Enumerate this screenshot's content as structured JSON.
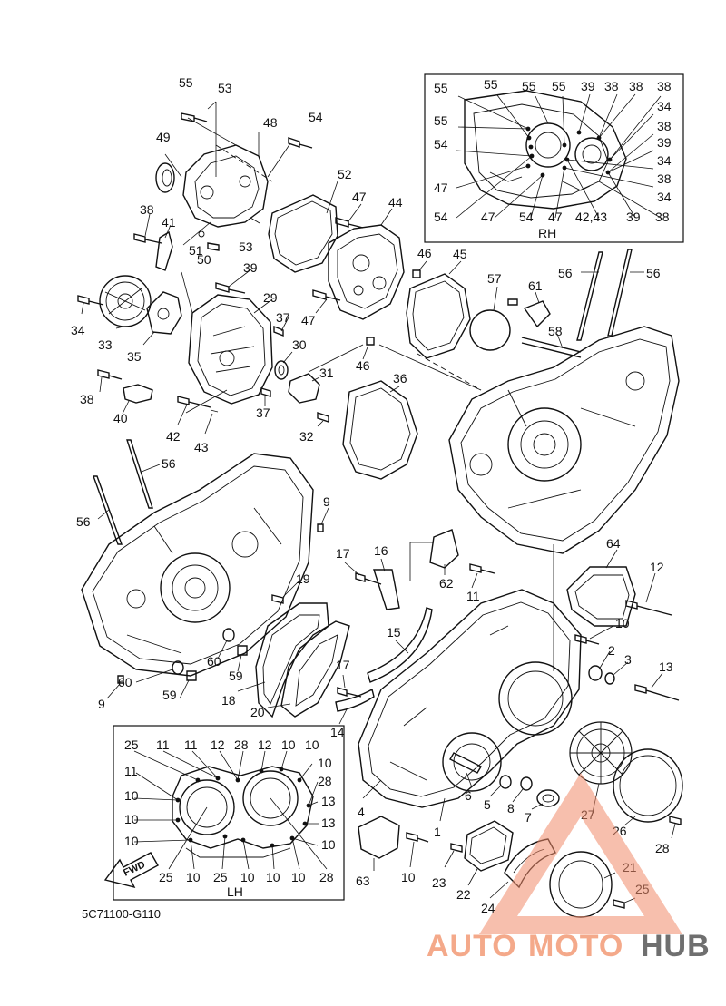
{
  "diagram": {
    "code": "5C71100-G110",
    "insets": {
      "rh": "RH",
      "lh": "LH"
    },
    "fwd": "FWD"
  },
  "watermark": {
    "auto": "AUTO",
    "moto": "MOTO",
    "hub": "HUB",
    "color_primary": "#f08a6a",
    "color_secondary": "#6f6f6f"
  },
  "callouts": {
    "c1": "55",
    "c2": "53",
    "c3": "48",
    "c4": "54",
    "c5": "49",
    "c6": "52",
    "c7": "47",
    "c8": "44",
    "c9": "38",
    "c10": "41",
    "c11": "51",
    "c12": "50",
    "c13": "53",
    "c14": "46",
    "c15": "45",
    "c16": "39",
    "c17": "29",
    "c18": "37",
    "c19": "47",
    "c20": "34",
    "c21": "33",
    "c22": "35",
    "c23": "30",
    "c24": "38",
    "c25": "40",
    "c26": "31",
    "c27": "46",
    "c28": "36",
    "c29": "37",
    "c30": "42",
    "c31": "43",
    "c32": "32",
    "c33": "57",
    "c34": "61",
    "c35": "56",
    "c36": "56",
    "c37": "58",
    "c38": "56",
    "c39": "56",
    "c40": "9",
    "c41": "17",
    "c42": "16",
    "c43": "62",
    "c44": "11",
    "c45": "64",
    "c46": "12",
    "c47": "19",
    "c48": "15",
    "c49": "10",
    "c50": "2",
    "c51": "3",
    "c52": "13",
    "c53": "60",
    "c54": "59",
    "c55": "17",
    "c56": "60",
    "c57": "59",
    "c58": "18",
    "c59": "20",
    "c60": "14",
    "c61": "9",
    "c62": "4",
    "c63": "6",
    "c64": "5",
    "c65": "8",
    "c66": "7",
    "c67": "27",
    "c68": "26",
    "c69": "28",
    "c70": "1",
    "c71": "63",
    "c72": "10",
    "c73": "23",
    "c74": "22",
    "c75": "24",
    "c76": "21",
    "c77": "25"
  },
  "rh_callouts": {
    "r1": "55",
    "r2": "55",
    "r3": "55",
    "r4": "55",
    "r5": "39",
    "r6": "38",
    "r7": "38",
    "r8": "38",
    "r9": "55",
    "r10": "34",
    "r11": "38",
    "r12": "54",
    "r13": "39",
    "r14": "34",
    "r15": "38",
    "r16": "47",
    "r17": "34",
    "r18": "54",
    "r19": "47",
    "r20": "54",
    "r21": "47",
    "r22": "42,43",
    "r23": "39",
    "r24": "38"
  },
  "lh_callouts": {
    "l1": "25",
    "l2": "11",
    "l3": "11",
    "l4": "12",
    "l5": "28",
    "l6": "12",
    "l7": "10",
    "l8": "10",
    "l9": "11",
    "l10": "10",
    "l11": "28",
    "l12": "10",
    "l13": "13",
    "l14": "10",
    "l15": "13",
    "l16": "10",
    "l17": "10",
    "l18": "25",
    "l19": "10",
    "l20": "25",
    "l21": "10",
    "l22": "10",
    "l23": "10",
    "l24": "28"
  }
}
